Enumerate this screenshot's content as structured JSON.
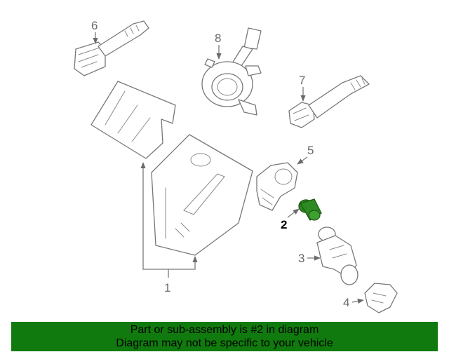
{
  "diagram": {
    "callouts": [
      "1",
      "2",
      "3",
      "4",
      "5",
      "6",
      "7",
      "8"
    ],
    "highlighted_part": "2",
    "highlight_color": "#2e8a22"
  },
  "banner": {
    "line1": "Part or sub-assembly is #2 in diagram",
    "line2": "Diagram may not be specific to your vehicle",
    "background": "#117a0e"
  }
}
